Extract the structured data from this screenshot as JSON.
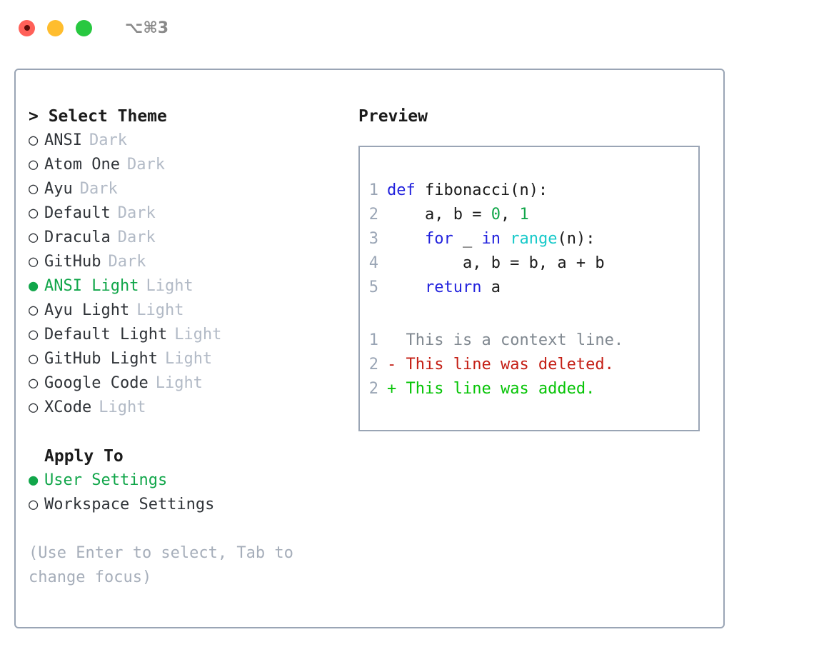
{
  "titlebar": {
    "shortcut": "⌥⌘3",
    "lights": [
      "close-red",
      "minimize-yellow",
      "zoom-green"
    ]
  },
  "left_panel": {
    "heading_prefix": "> ",
    "heading": "Select Theme",
    "themes": [
      {
        "bullet": "○",
        "name": "ANSI",
        "variant": "Dark",
        "selected": false
      },
      {
        "bullet": "○",
        "name": "Atom One",
        "variant": "Dark",
        "selected": false
      },
      {
        "bullet": "○",
        "name": "Ayu",
        "variant": "Dark",
        "selected": false
      },
      {
        "bullet": "○",
        "name": "Default",
        "variant": "Dark",
        "selected": false
      },
      {
        "bullet": "○",
        "name": "Dracula",
        "variant": "Dark",
        "selected": false
      },
      {
        "bullet": "○",
        "name": "GitHub",
        "variant": "Dark",
        "selected": false
      },
      {
        "bullet": "●",
        "name": "ANSI Light",
        "variant": "Light",
        "selected": true
      },
      {
        "bullet": "○",
        "name": "Ayu Light",
        "variant": "Light",
        "selected": false
      },
      {
        "bullet": "○",
        "name": "Default Light",
        "variant": "Light",
        "selected": false
      },
      {
        "bullet": "○",
        "name": "GitHub Light",
        "variant": "Light",
        "selected": false
      },
      {
        "bullet": "○",
        "name": "Google Code",
        "variant": "Light",
        "selected": false
      },
      {
        "bullet": "○",
        "name": "XCode",
        "variant": "Light",
        "selected": false
      }
    ],
    "apply_to": {
      "heading": "Apply To",
      "options": [
        {
          "bullet": "●",
          "label": "User Settings",
          "selected": true
        },
        {
          "bullet": "○",
          "label": "Workspace Settings",
          "selected": false
        }
      ]
    },
    "help_text": "(Use Enter to select, Tab to change focus)"
  },
  "right_panel": {
    "title": "Preview",
    "code_lines": [
      {
        "num": "1",
        "tokens": [
          {
            "t": "def",
            "c": "kw"
          },
          {
            "t": " fibonacci(n):",
            "c": "code"
          }
        ]
      },
      {
        "num": "2",
        "tokens": [
          {
            "t": "    a, b = ",
            "c": "code"
          },
          {
            "t": "0",
            "c": "num"
          },
          {
            "t": ", ",
            "c": "code"
          },
          {
            "t": "1",
            "c": "num"
          }
        ]
      },
      {
        "num": "3",
        "tokens": [
          {
            "t": "    ",
            "c": "code"
          },
          {
            "t": "for",
            "c": "kw"
          },
          {
            "t": " _ ",
            "c": "code"
          },
          {
            "t": "in",
            "c": "kw"
          },
          {
            "t": " ",
            "c": "code"
          },
          {
            "t": "range",
            "c": "fn"
          },
          {
            "t": "(n):",
            "c": "code"
          }
        ]
      },
      {
        "num": "4",
        "tokens": [
          {
            "t": "        a, b = b, a + b",
            "c": "code"
          }
        ]
      },
      {
        "num": "5",
        "tokens": [
          {
            "t": "    ",
            "c": "code"
          },
          {
            "t": "return",
            "c": "kw"
          },
          {
            "t": " a",
            "c": "code"
          }
        ]
      }
    ],
    "diff_lines": [
      {
        "num": "1",
        "marker": "  ",
        "text": "This is a context line.",
        "kind": "ctx"
      },
      {
        "num": "2",
        "marker": "- ",
        "text": "This line was deleted.",
        "kind": "del"
      },
      {
        "num": "2",
        "marker": "+ ",
        "text": "This line was added.",
        "kind": "add"
      }
    ]
  },
  "colors": {
    "accent_green": "#11a64a",
    "diff_add": "#06C406",
    "diff_del": "#C41E14",
    "keyword_blue": "#2222DD",
    "function_cyan": "#17C9C9",
    "muted_gray": "#b2bac6",
    "border": "#9aa5b5"
  }
}
